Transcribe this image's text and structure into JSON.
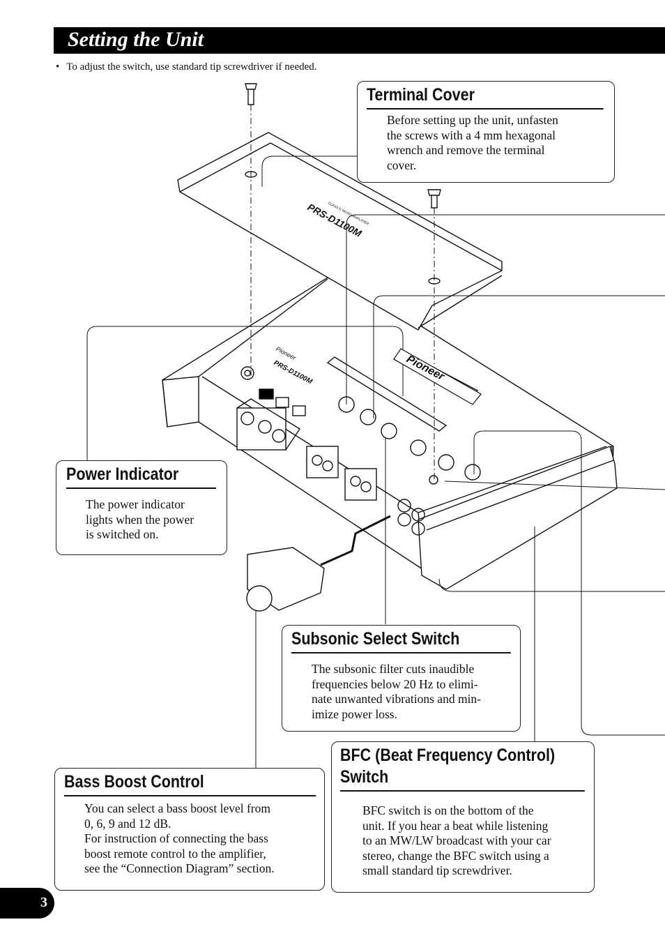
{
  "page": {
    "title": "Setting the Unit",
    "note": "To adjust the switch, use standard tip screwdriver if needed.",
    "page_number": "3"
  },
  "device": {
    "model": "PRS-D1100M",
    "brand": "Pioneer",
    "class_label": "CLASS D MONO AMPLIFIER"
  },
  "callouts": {
    "terminal_cover": {
      "title": "Terminal Cover",
      "lines": [
        "Before setting up the unit, unfasten",
        "the screws with a 4 mm hexagonal",
        "wrench and remove the terminal",
        "cover."
      ]
    },
    "power_indicator": {
      "title": "Power Indicator",
      "lines": [
        "The power indicator",
        "lights when the power",
        "is switched on."
      ]
    },
    "subsonic_select": {
      "title": "Subsonic Select Switch",
      "lines": [
        "The subsonic filter cuts inaudible",
        "frequencies below 20 Hz to elimi-",
        "nate unwanted vibrations and min-",
        "imize power loss."
      ]
    },
    "bfc_switch": {
      "title_line1": "BFC (Beat Frequency Control)",
      "title_line2": "Switch",
      "lines": [
        "BFC switch is on the bottom of the",
        "unit. If you hear a beat while listening",
        "to an MW/LW broadcast with your car",
        "stereo, change the BFC switch using a",
        "small standard tip screwdriver."
      ]
    },
    "bass_boost": {
      "title": "Bass Boost Control",
      "lines": [
        "You can select a bass boost level from",
        "0, 6, 9 and 12 dB.",
        "For instruction of connecting the bass",
        "boost remote control to the amplifier,",
        "see the “Connection Diagram” section."
      ]
    }
  }
}
